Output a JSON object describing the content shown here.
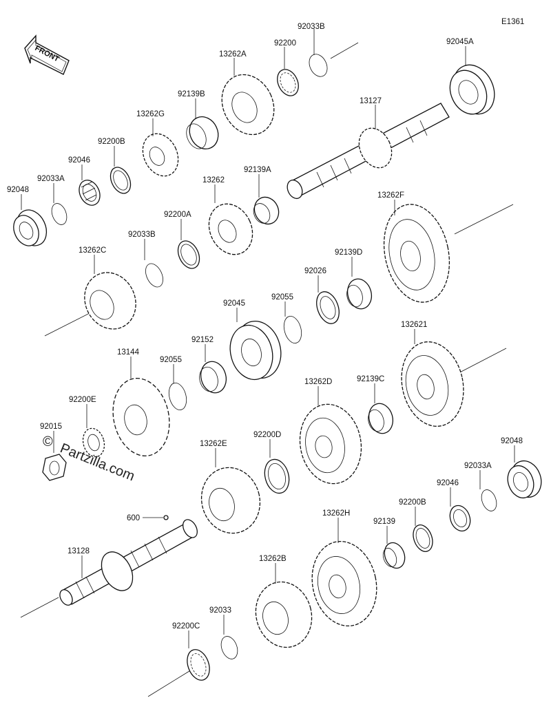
{
  "diagram_code": "E1361",
  "front_label": "FRONT",
  "watermark": {
    "copyright": "©",
    "text": "Partzilla.com"
  },
  "parts": {
    "p92033B_top": "92033B",
    "p92200_top": "92200",
    "p13262A": "13262A",
    "p92045A": "92045A",
    "p92139B": "92139B",
    "p13262G": "13262G",
    "p13127": "13127",
    "p92200B_left": "92200B",
    "p92046_left": "92046",
    "p92033A_left": "92033A",
    "p92048_left": "92048",
    "p92139A": "92139A",
    "p13262": "13262",
    "p13262F": "13262F",
    "p92200A": "92200A",
    "p92033B_mid": "92033B",
    "p13262C": "13262C",
    "p92139D": "92139D",
    "p92026": "92026",
    "p92045": "92045",
    "p92055_top": "92055",
    "p92152": "92152",
    "p132621": "132621",
    "p13144": "13144",
    "p92055_low": "92055",
    "p13262D": "13262D",
    "p92139C": "92139C",
    "p92200E": "92200E",
    "p92015": "92015",
    "p92200D": "92200D",
    "p13262E": "13262E",
    "p92048_right": "92048",
    "p92033A_right": "92033A",
    "p92046_right": "92046",
    "p600": "600",
    "p92200B_right": "92200B",
    "p13262H": "13262H",
    "p92139": "92139",
    "p13128": "13128",
    "p13262B": "13262B",
    "p92033": "92033",
    "p92200C": "92200C"
  }
}
